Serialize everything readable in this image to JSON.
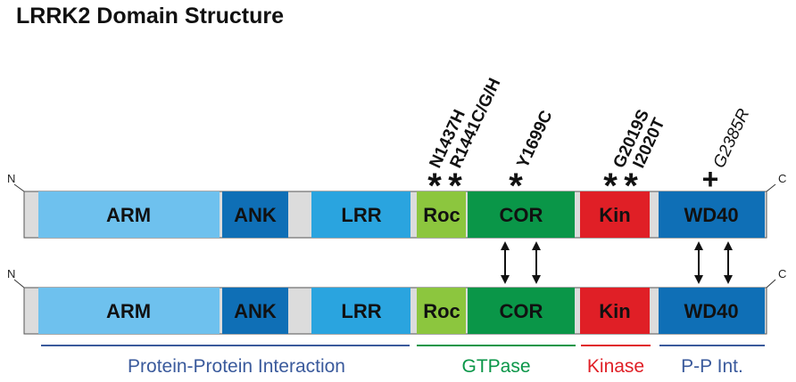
{
  "title": "LRRK2 Domain Structure",
  "termini": {
    "n": "N",
    "c": "C"
  },
  "domains": [
    {
      "id": "arm",
      "label": "ARM",
      "color": "#6ec1ee"
    },
    {
      "id": "ank",
      "label": "ANK",
      "color": "#0f6fb6"
    },
    {
      "id": "lrr",
      "label": "LRR",
      "color": "#2aa4df"
    },
    {
      "id": "roc",
      "label": "Roc",
      "color": "#8cc63e"
    },
    {
      "id": "cor",
      "label": "COR",
      "color": "#0a9648"
    },
    {
      "id": "kin",
      "label": "Kin",
      "color": "#e01f26"
    },
    {
      "id": "wd40",
      "label": "WD40",
      "color": "#0f6fb6"
    }
  ],
  "linker_color": "#dcdcdc",
  "mutations": {
    "n1437h": "N1437H",
    "r1441": "R1441C/G/H",
    "y1699c": "Y1699C",
    "g2019s": "G2019S",
    "i2020t": "I2020T",
    "g2385r": "G2385R"
  },
  "markers": {
    "star": "*",
    "plus": "+"
  },
  "groups": [
    {
      "id": "ppi",
      "label": "Protein-Protein Interaction",
      "color": "#3a5a9c"
    },
    {
      "id": "gtpase",
      "label": "GTPase",
      "color": "#0a9648"
    },
    {
      "id": "kinase",
      "label": "Kinase",
      "color": "#e01f26"
    },
    {
      "id": "ppint",
      "label": "P-P Int.",
      "color": "#3a5a9c"
    }
  ]
}
